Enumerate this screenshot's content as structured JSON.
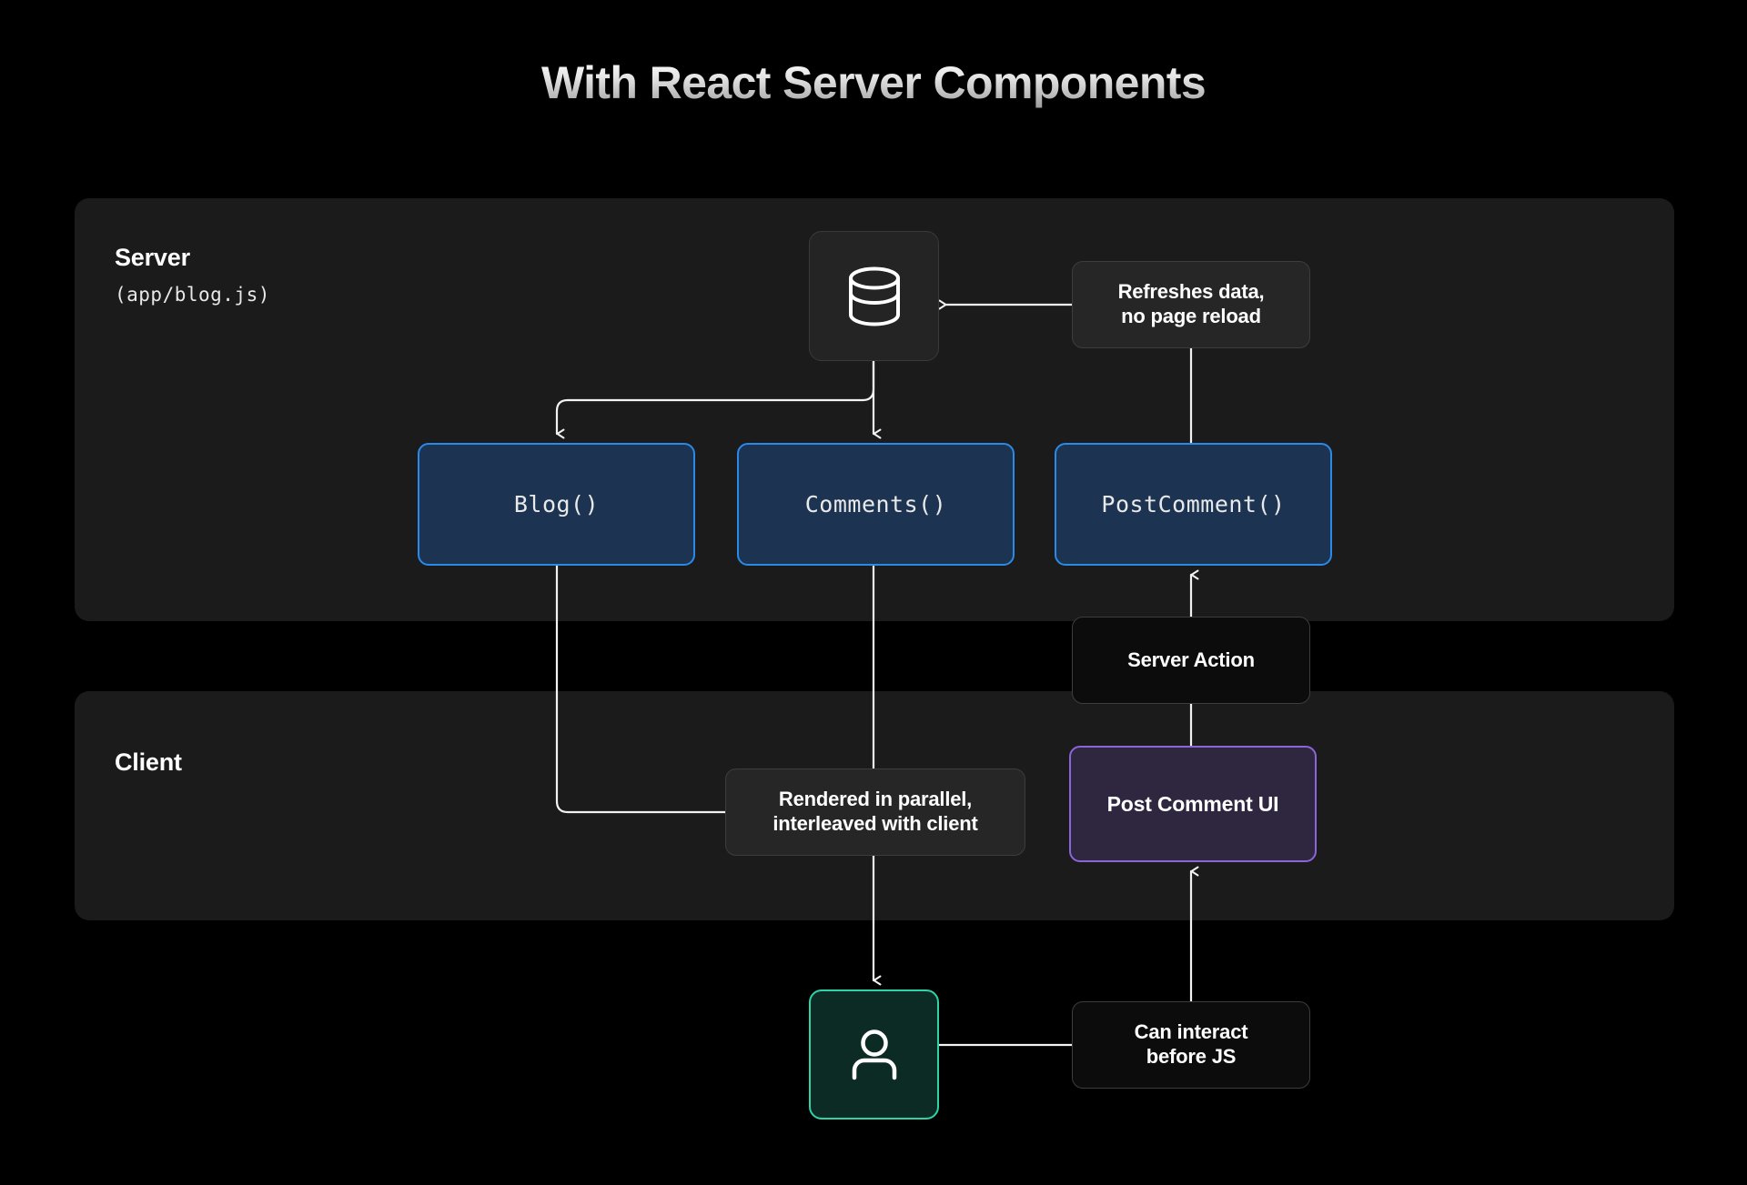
{
  "title": "With React Server Components",
  "zones": {
    "server": {
      "label": "Server",
      "subtitle": "(app/blog.js)"
    },
    "client": {
      "label": "Client"
    }
  },
  "nodes": {
    "database": {
      "icon": "database-icon"
    },
    "user": {
      "icon": "user-icon"
    },
    "blog": {
      "label": "Blog()"
    },
    "comments": {
      "label": "Comments()"
    },
    "post_comment": {
      "label": "PostComment()"
    },
    "post_comment_ui": {
      "label": "Post Comment UI"
    },
    "refreshes": {
      "line1": "Refreshes data,",
      "line2": "no page reload"
    },
    "server_action": {
      "line1": "Server Action",
      "line2": ""
    },
    "rendered": {
      "line1": "Rendered in parallel,",
      "line2": "interleaved with client"
    },
    "can_interact": {
      "line1": "Can interact",
      "line2": "before JS"
    }
  },
  "colors": {
    "background": "#000000",
    "zone_panel": "#1b1b1b",
    "server_component_border": "#2b8ae8",
    "server_component_fill": "#1c3452",
    "client_component_border": "#8c66d9",
    "client_component_fill": "#2f2740",
    "user_border": "#2ed3a7",
    "user_fill": "#0c2b25",
    "label_gray": "#262626",
    "label_black": "#0c0c0c",
    "wire": "#f2f2f2",
    "title_gradient_from": "#ffffff",
    "title_gradient_to": "#9a9a9a"
  }
}
